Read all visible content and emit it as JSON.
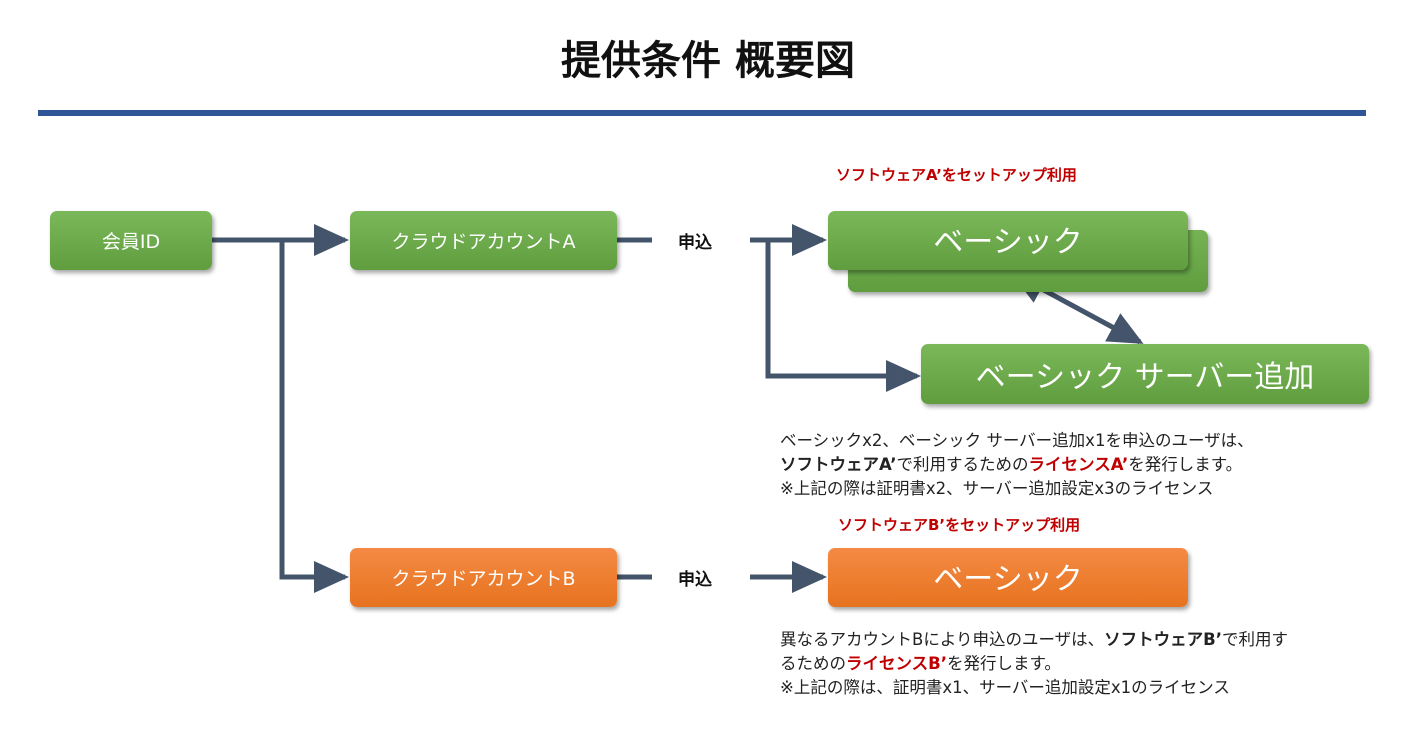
{
  "title": "提供条件 概要図",
  "member_id": "会員ID",
  "account_a": "クラウドアカウントA",
  "account_b": "クラウドアカウントB",
  "apply_a": "申込",
  "apply_b": "申込",
  "setup_a": "ソフトウェアA’をセットアップ利用",
  "setup_b": "ソフトウェアB’をセットアップ利用",
  "basic_a": "ベーシック",
  "basic_server_add": "ベーシック サーバー追加",
  "basic_b": "ベーシック",
  "desc_a": {
    "line1": "ベーシックx2、ベーシック サーバー追加x1を申込のユーザは、",
    "line2_software": "ソフトウェアA’",
    "line2_mid": "で利用するための",
    "line2_license": "ライセンスA’",
    "line2_end": "を発行します。",
    "line3": "※上記の際は証明書x2、サーバー追加設定x3のライセンス"
  },
  "desc_b": {
    "line1_start": "異なるアカウントBにより申込のユーザは、",
    "line1_software": "ソフトウェアB’",
    "line1_end": "で利用す",
    "line2_start": "るための",
    "line2_license": "ライセンスB’",
    "line2_end": "を発行します。",
    "line3": "※上記の際は、証明書x1、サーバー追加設定x1のライセンス"
  },
  "colors": {
    "accent_rule": "#2f5597",
    "connector": "#44546a",
    "green_box": "#6aa84f",
    "orange_box": "#ed7d31",
    "emphasis_red": "#c00000"
  }
}
